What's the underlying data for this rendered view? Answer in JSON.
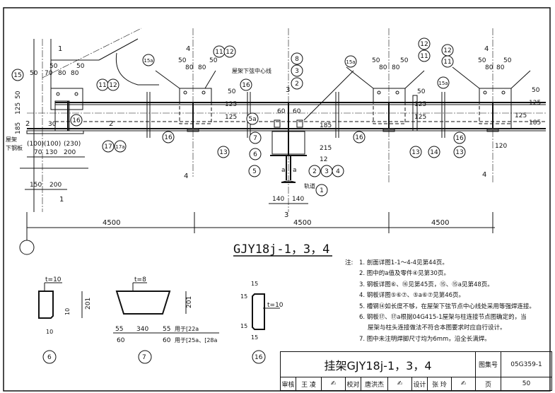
{
  "drawing": {
    "main_title": "GJY18j-1，3，4",
    "spans": [
      "4500",
      "4500",
      "4500"
    ],
    "section_marks": [
      "1",
      "2",
      "3",
      "4"
    ],
    "centerline_label": "屋架下弦中心线",
    "rail_label": "轨道",
    "left_note": [
      "屋架",
      "下钢板"
    ],
    "part_callouts": [
      "1",
      "2",
      "3",
      "4",
      "5",
      "5a",
      "6",
      "7",
      "8",
      "11",
      "12",
      "13",
      "14",
      "15",
      "15a",
      "16",
      "17",
      "17a"
    ],
    "weld_labels": [
      "6",
      "8",
      "⊏6"
    ],
    "dimensions": {
      "left_top": [
        "50",
        "70",
        "80",
        "80",
        "50"
      ],
      "left_vertical": [
        "50",
        "125",
        "185"
      ],
      "left_bottom_paren": [
        "(100)",
        "(100)",
        "(230)"
      ],
      "left_bottom": [
        "70",
        "130",
        "200"
      ],
      "left_lower": [
        "150",
        "200"
      ],
      "left_misc": [
        "30",
        "12",
        "(16)"
      ],
      "mid_top": [
        "50",
        "80",
        "80",
        "50"
      ],
      "mid_vertical": [
        "50",
        "125",
        "125"
      ],
      "center_top": [
        "60",
        "60"
      ],
      "center_vertical": [
        "185",
        "215",
        "12"
      ],
      "center_a": [
        "a",
        "a"
      ],
      "center_bottom": [
        "140",
        "140"
      ],
      "right_vertical": [
        "50",
        "125",
        "125",
        "185"
      ],
      "right_bottom": [
        "120"
      ]
    }
  },
  "details": {
    "plate6": {
      "label": "6",
      "thickness": "t=10",
      "height": "201",
      "chamfer1": "10",
      "chamfer2": "10"
    },
    "plate7": {
      "label": "7",
      "thickness": "t=8",
      "height": "201",
      "dims_top": [
        "55",
        "340",
        "55"
      ],
      "dims_bottom": [
        "60",
        "60"
      ],
      "note1": "用于[22a",
      "note2": "用于[25a、[28a"
    },
    "plate16": {
      "label": "16",
      "thickness": "t=10",
      "chamfers": [
        "15",
        "15",
        "15",
        "15"
      ]
    }
  },
  "notes": {
    "prefix": "注:",
    "items": [
      "1. 剖面详图1-1～4-4见第44页。",
      "2. 图中的a值及零件④见第30页。",
      "3. 钢板详图⑥、⑯见第45页，⑮、⑮a见第48页。",
      "4. 钢板详图⑤⑥⑦、⑤a⑥⑦见第46页。",
      "5. 槽钢⑭如长度不够，在屋架下弦节点中心线处采用等强焊连接。",
      "6. 钢板⑰、⑰a根据04G415-1屋架与柱连接节点图确定的，当",
      "屋架与柱头连接做法不符合本图要求时应自行设计。",
      "7. 图中未注明焊脚尺寸均为6mm，沿全长满焊。"
    ]
  },
  "title_block": {
    "title": "挂架GJY18j-1，3，4",
    "atlas_label": "图集号",
    "atlas_no": "05G359-1",
    "page_label": "页",
    "page_no": "50",
    "review_label": "审核",
    "reviewer": "王 凌",
    "check_label": "校对",
    "checker": "唐洪杰",
    "design_label": "设计",
    "designer": "张 玲"
  }
}
